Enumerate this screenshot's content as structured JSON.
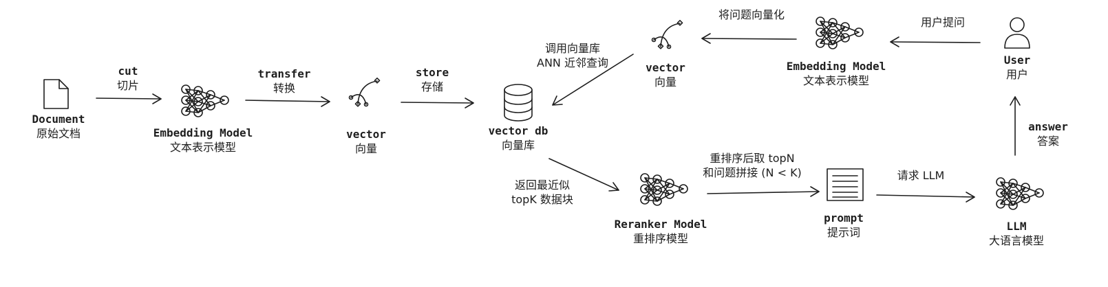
{
  "nodes": {
    "document": {
      "name": "Document",
      "label": "原始文档"
    },
    "embed1": {
      "name": "Embedding Model",
      "label": "文本表示模型"
    },
    "vector1": {
      "name": "vector",
      "label": "向量"
    },
    "vectordb": {
      "name": "vector db",
      "label": "向量库"
    },
    "vector2": {
      "name": "vector",
      "label": "向量"
    },
    "embed2": {
      "name": "Embedding Model",
      "label": "文本表示模型"
    },
    "user": {
      "name": "User",
      "label": "用户"
    },
    "reranker": {
      "name": "Reranker Model",
      "label": "重排序模型"
    },
    "prompt": {
      "name": "prompt",
      "label": "提示词"
    },
    "llm": {
      "name": "LLM",
      "label": "大语言模型"
    }
  },
  "edges": {
    "cut": {
      "en": "cut",
      "zh": "切片"
    },
    "transfer": {
      "en": "transfer",
      "zh": "转换"
    },
    "store": {
      "en": "store",
      "zh": "存储"
    },
    "ann": {
      "line1": "调用向量库",
      "line2": "ANN 近邻查询"
    },
    "quantize": {
      "zh": "将问题向量化"
    },
    "ask": {
      "zh": "用户提问"
    },
    "answer": {
      "en": "answer",
      "zh": "答案"
    },
    "topk": {
      "line1": "返回最近似",
      "line2": "topK 数据块"
    },
    "topn": {
      "line1": "重排序后取 topN",
      "line2": "和问题拼接 (N < K)"
    },
    "request": {
      "zh": "请求 LLM"
    }
  }
}
